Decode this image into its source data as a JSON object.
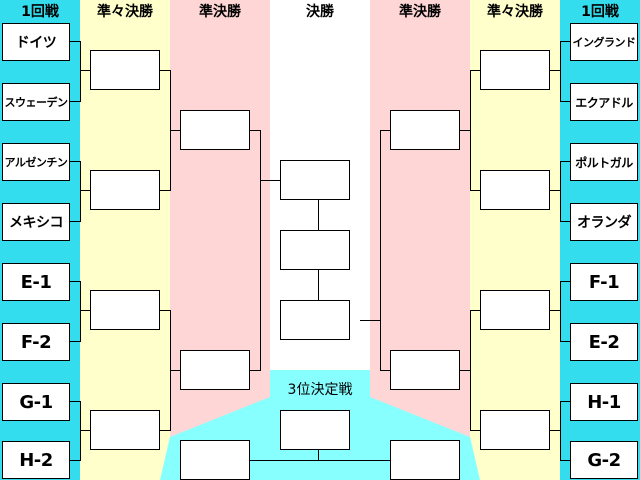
{
  "headers": {
    "round1_left": "1回戦",
    "quarter_left": "準々決勝",
    "semi_left": "準決勝",
    "final": "決勝",
    "semi_right": "準決勝",
    "quarter_right": "準々決勝",
    "round1_right": "1回戦"
  },
  "third_place_label": "3位決定戦",
  "left_teams": [
    "ドイツ",
    "スウェーデン",
    "アルゼンチン",
    "メキシコ",
    "E-1",
    "F-2",
    "G-1",
    "H-2"
  ],
  "right_teams": [
    "イングランド",
    "エクアドル",
    "ポルトガル",
    "オランダ",
    "F-1",
    "E-2",
    "H-1",
    "G-2"
  ],
  "colors": {
    "cyan": "#33ddee",
    "yellow": "#ffffcc",
    "pink": "#ffd6d6",
    "light_cyan": "#88ffff",
    "line": "#000000"
  }
}
